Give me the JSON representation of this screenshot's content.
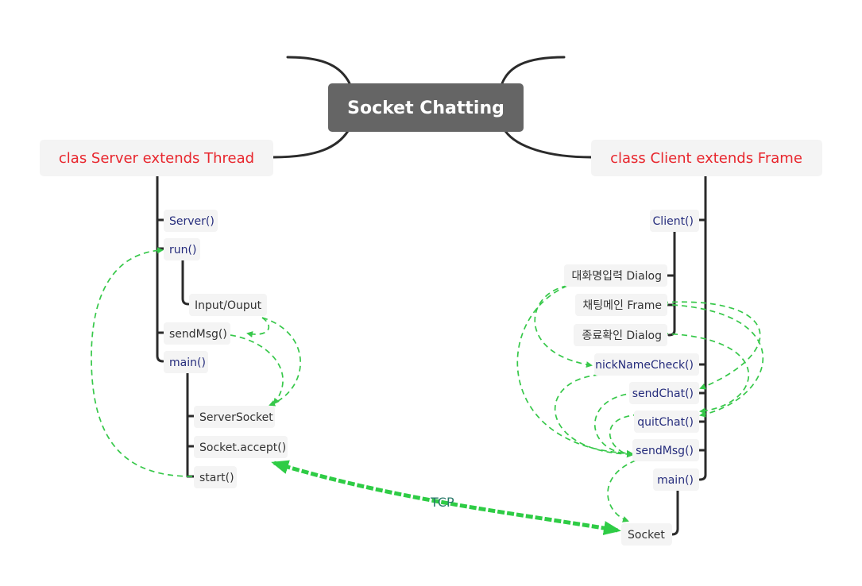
{
  "root": {
    "title": "Socket Chatting"
  },
  "server": {
    "class_label": "clas Server extends Thread",
    "methods": {
      "server": "Server()",
      "run": "run()",
      "input_output": "Input/Ouput",
      "send_msg": "sendMsg()",
      "main": "main()",
      "server_socket": "ServerSocket",
      "socket_accept": "Socket.accept()",
      "start": "start()"
    }
  },
  "client": {
    "class_label": "class Client extends Frame",
    "methods": {
      "client": "Client()",
      "nickname_dialog": "대화명입력 Dialog",
      "chat_main_frame": "채팅메인 Frame",
      "quit_confirm_dialog": "종료확인 Dialog",
      "nick_name_check": "nickNameCheck()",
      "send_chat": "sendChat()",
      "quit_chat": "quitChat()",
      "send_msg": "sendMsg()",
      "main": "main()",
      "socket": "Socket"
    }
  },
  "connection": {
    "label": "TCP"
  },
  "colors": {
    "root_fill": "#656565",
    "class_text": "#e8262d",
    "method_text": "#252c7c",
    "plain_text": "#333333",
    "relation_line": "#37c84a",
    "tcp_line": "#2ecc45"
  }
}
